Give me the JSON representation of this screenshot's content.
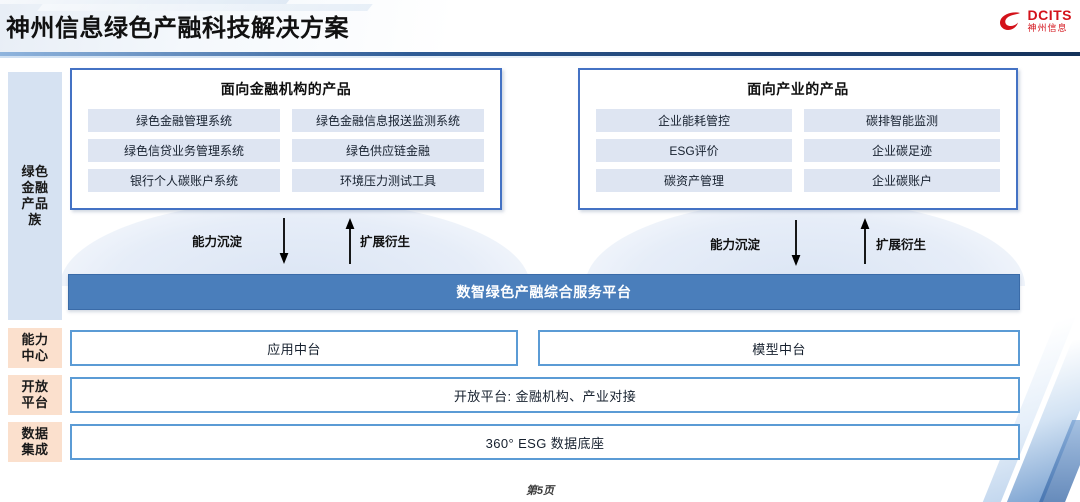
{
  "header": {
    "title": "神州信息绿色产融科技解决方案",
    "logo": {
      "en": "DCITS",
      "cn": "神州信息",
      "color": "#d3121a",
      "mark": "swoosh-icon"
    },
    "rule_color": "#1d3f6e"
  },
  "sidebar": {
    "items": [
      {
        "label": "绿色\n金融\n产品\n族",
        "lines": [
          "绿色",
          "金融",
          "产品",
          "族"
        ],
        "bg": "#d6e2f2"
      },
      {
        "label": "能力\n中心",
        "lines": [
          "能力",
          "中心"
        ],
        "bg": "#fbe0cd"
      },
      {
        "label": "开放\n平台",
        "lines": [
          "开放",
          "平台"
        ],
        "bg": "#fbe0cd"
      },
      {
        "label": "数据\n集成",
        "lines": [
          "数据",
          "集成"
        ],
        "bg": "#fbe0cd"
      }
    ]
  },
  "panels": [
    {
      "id": "financial-institution-products",
      "title": "面向金融机构的产品",
      "border_color": "#4472c4",
      "chip_bg": "#dee5f2",
      "items": [
        "绿色金融管理系统",
        "绿色金融信息报送监测系统",
        "绿色信贷业务管理系统",
        "绿色供应链金融",
        "银行个人碳账户系统",
        "环境压力测试工具"
      ]
    },
    {
      "id": "industry-products",
      "title": "面向产业的产品",
      "border_color": "#4472c4",
      "chip_bg": "#dee5f2",
      "items": [
        "企业能耗管控",
        "碳排智能监测",
        "ESG评价",
        "企业碳足迹",
        "碳资产管理",
        "企业碳账户"
      ]
    }
  ],
  "flows": {
    "left": {
      "down_label": "能力沉淀",
      "up_label": "扩展衍生"
    },
    "right": {
      "down_label": "能力沉淀",
      "up_label": "扩展衍生"
    }
  },
  "platform": {
    "label": "数智绿色产融综合服务平台",
    "bg": "#4a7ebb",
    "text_color": "#ffffff"
  },
  "layers": {
    "capability": [
      {
        "label": "应用中台"
      },
      {
        "label": "模型中台"
      }
    ],
    "open_platform": {
      "label": "开放平台: 金融机构、产业对接"
    },
    "data_integration": {
      "label": "360° ESG 数据底座"
    },
    "border_color": "#5b9bd5"
  },
  "footer": {
    "page_label": "第5页"
  }
}
